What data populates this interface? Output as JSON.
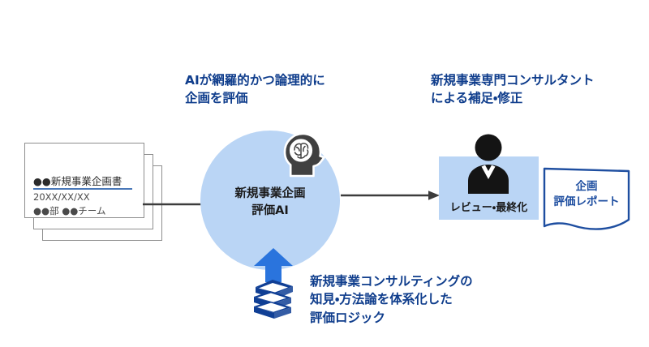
{
  "diagram": {
    "title_ai": "AIが網羅的かつ論理的に\n企画を評価",
    "title_ai_line1": "AIが網羅的かつ論理的に",
    "title_ai_line2": "企画を評価",
    "title_consultant_line1": "新規事業専門コンサルタント",
    "title_consultant_line2": "による補足・修正"
  },
  "documents": {
    "title": "●●新規事業企画書",
    "date": "20XX/XX/XX",
    "team": "●●部 ●●チーム"
  },
  "ai_node": {
    "label_line1": "新規事業企画",
    "label_line2": "評価AI",
    "icon": "brain-head-icon"
  },
  "reviewer": {
    "label": "レビュー・最終化",
    "icon": "person-icon"
  },
  "report": {
    "label_line1": "企画",
    "label_line2": "評価レポート"
  },
  "logic": {
    "icon": "books-icon",
    "arrow_icon": "up-arrow-icon",
    "caption_line1": "新規事業コンサルティングの",
    "caption_line2": "知見・方法論を体系化した",
    "caption_line3": "評価ロジック"
  },
  "colors": {
    "headline_blue": "#0f3d8c",
    "light_blue_fill": "#bad5f5",
    "arrow_blue": "#2a74dd",
    "books_blue": "#103f95",
    "report_outline": "#1e4ea0",
    "connector_gray": "#3c3c3c",
    "doc_border": "#8e8e8e",
    "person_black": "#1a1a1a",
    "brain_head_gray": "#404040"
  }
}
